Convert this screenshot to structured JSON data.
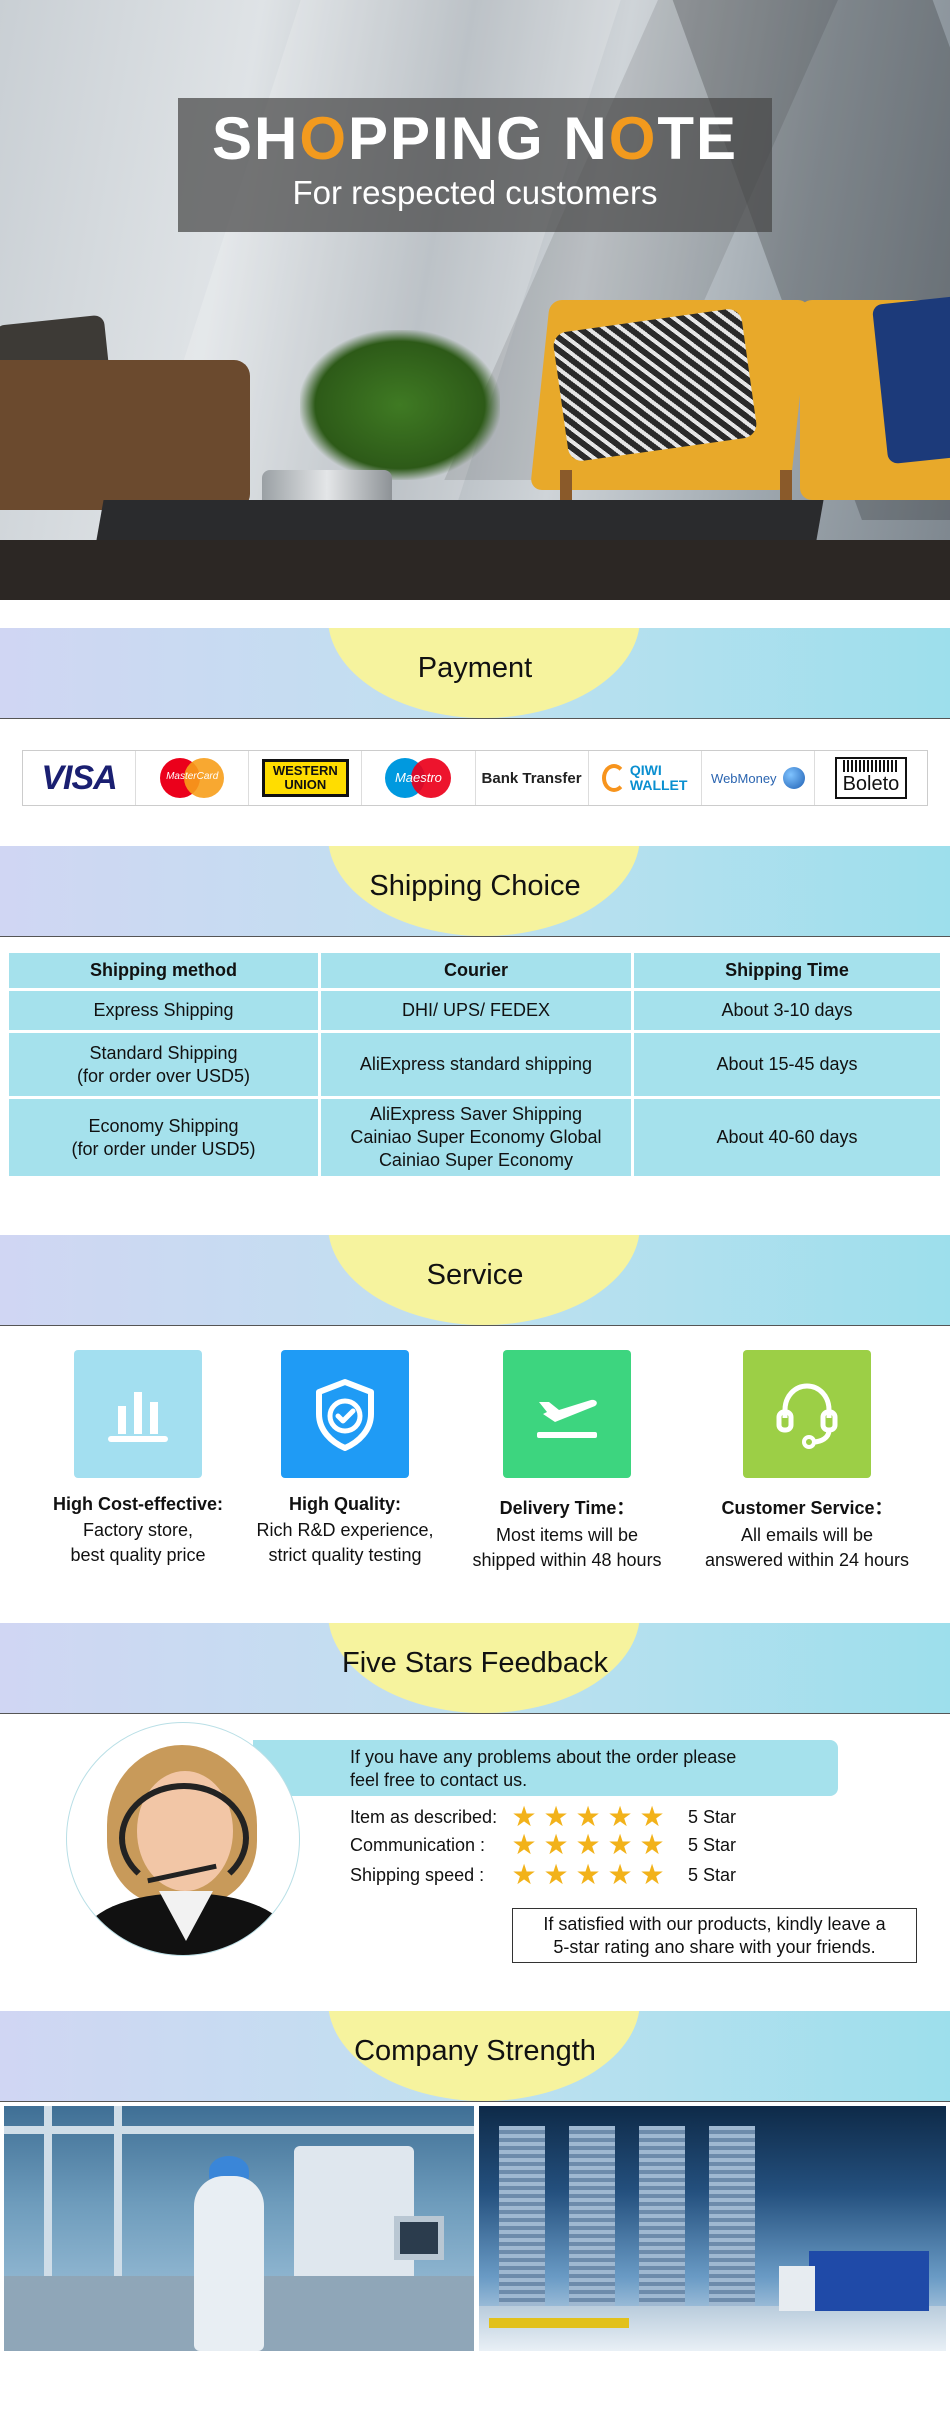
{
  "hero": {
    "title_parts": [
      "SH",
      "O",
      "PPING N",
      "O",
      "TE"
    ],
    "subtitle": "For respected customers"
  },
  "payment": {
    "heading": "Payment",
    "methods": [
      {
        "label": "VISA",
        "icon": "visa-logo"
      },
      {
        "label": "MasterCard",
        "icon": "mastercard-logo"
      },
      {
        "label_line1": "WESTERN",
        "label_line2": "UNION",
        "icon": "western-union-logo"
      },
      {
        "label": "Maestro",
        "icon": "maestro-logo"
      },
      {
        "label": "Bank Transfer",
        "icon": "bank-transfer-logo"
      },
      {
        "label_line1": "QIWI",
        "label_line2": "WALLET",
        "icon": "qiwi-wallet-logo"
      },
      {
        "label": "WebMoney",
        "icon": "webmoney-logo"
      },
      {
        "label": "Boleto",
        "icon": "boleto-logo"
      }
    ]
  },
  "shipping": {
    "heading": "Shipping Choice",
    "columns": [
      "Shipping method",
      "Courier",
      "Shipping Time"
    ],
    "rows": [
      {
        "method": [
          "Express Shipping"
        ],
        "courier": [
          "DHI/ UPS/ FEDEX"
        ],
        "time": "About 3-10 days"
      },
      {
        "method": [
          "Standard Shipping",
          "(for order over USD5)"
        ],
        "courier": [
          "AliExpress standard shipping"
        ],
        "time": "About 15-45 days"
      },
      {
        "method": [
          "Economy Shipping",
          "(for order under USD5)"
        ],
        "courier": [
          "AliExpress Saver Shipping",
          "Cainiao Super Economy Global",
          "Cainiao Super Economy"
        ],
        "time": "About 40-60 days"
      }
    ]
  },
  "service": {
    "heading": "Service",
    "items": [
      {
        "title": "High Cost-effective:",
        "desc": [
          "Factory store,",
          "best quality price"
        ],
        "icon": "bar-chart-icon",
        "color": "#a3dff0"
      },
      {
        "title": "High Quality:",
        "desc": [
          "Rich R&D experience,",
          "strict quality testing"
        ],
        "icon": "shield-check-icon",
        "color": "#1f9bf5"
      },
      {
        "title": "Delivery Time：",
        "desc": [
          "Most items will be",
          "shipped within 48 hours"
        ],
        "icon": "plane-takeoff-icon",
        "color": "#3dd57f"
      },
      {
        "title": "Customer Service：",
        "desc": [
          "All emails will be",
          "answered within 24 hours"
        ],
        "icon": "headset-icon",
        "color": "#9ccf46"
      }
    ]
  },
  "feedback": {
    "heading": "Five Stars Feedback",
    "contact_lines": [
      "If you have any problems about the order please",
      "feel free to contact us."
    ],
    "ratings": [
      {
        "label": "Item as described:",
        "stars": 5,
        "value": "5 Star"
      },
      {
        "label": "Communication :",
        "stars": 5,
        "value": "5 Star"
      },
      {
        "label": "Shipping speed :",
        "stars": 5,
        "value": "5 Star"
      }
    ],
    "note_lines": [
      "If satisfied with our products, kindly leave a",
      "5-star rating ano share with your friends."
    ],
    "star_color": "#f2b21a"
  },
  "company": {
    "heading": "Company Strength"
  }
}
